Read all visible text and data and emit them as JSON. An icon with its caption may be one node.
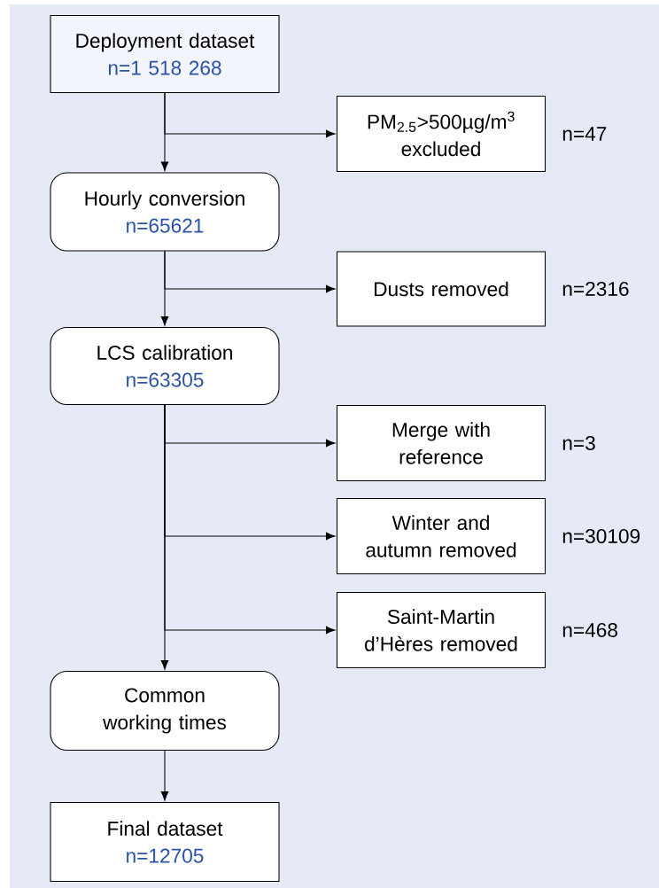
{
  "diagram": {
    "nodes": [
      {
        "text": [
          "Deployment dataset",
          "n=1 518 268"
        ]
      },
      {
        "text": [
          "PM$_{2.5}$>500µg/m$^{3}$ excluded"
        ],
        "beside": [
          "n=47"
        ]
      },
      {
        "text": [
          "Hourly conversion",
          "n=65621"
        ]
      },
      {
        "text": [
          "Dusts removed"
        ],
        "beside": [
          "n=2316"
        ]
      },
      {
        "text": [
          "LCS calibration",
          "n=63305"
        ]
      },
      {
        "text": [
          "Merge with reference"
        ],
        "beside": [
          "n=3"
        ]
      },
      {
        "text": [
          "Winter and autumn removed"
        ],
        "beside": [
          "n=30109"
        ]
      },
      {
        "text": [
          "Saint-Martin d’Hères removed"
        ],
        "beside": [
          "n=468"
        ]
      },
      {
        "text": [
          "Common working times"
        ]
      },
      {
        "text": [
          "Final dataset",
          "n=12705"
        ]
      }
    ],
    "edges": [
      {
        "from": 0,
        "to": 2,
        "arrow": "to"
      },
      {
        "from": 0,
        "to": 1,
        "arrow": "to"
      },
      {
        "from": 2,
        "to": 4,
        "arrow": "to"
      },
      {
        "from": 2,
        "to": 3,
        "arrow": "to"
      },
      {
        "from": 4,
        "to": 8,
        "arrow": "to"
      },
      {
        "from": 4,
        "to": 5,
        "arrow": "to"
      },
      {
        "from": 4,
        "to": 6,
        "arrow": "to"
      },
      {
        "from": 4,
        "to": 7,
        "arrow": "to"
      },
      {
        "from": 8,
        "to": 9,
        "arrow": "to"
      }
    ]
  }
}
